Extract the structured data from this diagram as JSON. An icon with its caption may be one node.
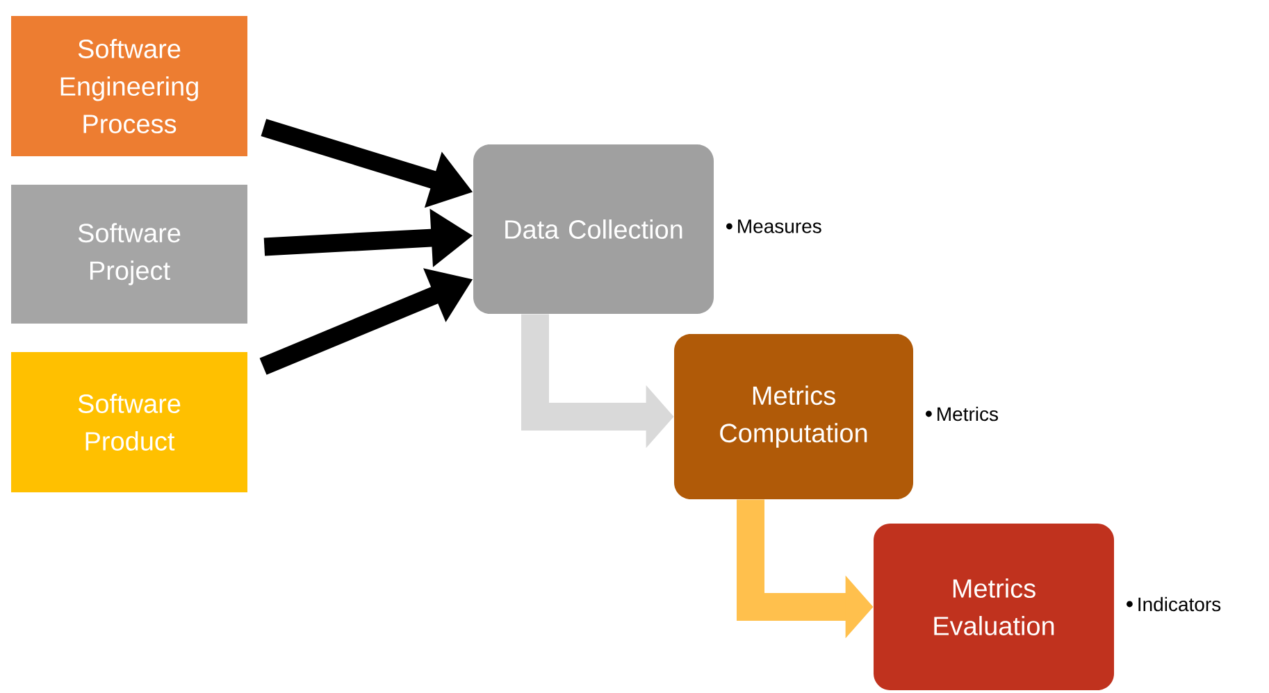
{
  "diagram": {
    "nodes": [
      {
        "text": [
          "Software Engineering Process"
        ]
      },
      {
        "text": [
          "Software Project"
        ]
      },
      {
        "text": [
          "Software Product"
        ]
      },
      {
        "text": [
          "Data Collection"
        ],
        "beside": [
          "Measures"
        ]
      },
      {
        "text": [
          "Metrics Computation"
        ],
        "beside": [
          "Metrics"
        ]
      },
      {
        "text": [
          "Metrics Evaluation"
        ],
        "beside": [
          "Indicators"
        ]
      }
    ],
    "edges": [
      {
        "from": 0,
        "to": 3,
        "arrow": "to"
      },
      {
        "from": 1,
        "to": 3,
        "arrow": "to"
      },
      {
        "from": 2,
        "to": 3,
        "arrow": "to"
      },
      {
        "from": 3,
        "to": 4,
        "arrow": "to",
        "color": "#d9d9d9"
      },
      {
        "from": 4,
        "to": 5,
        "arrow": "to",
        "color": "#ffc04d"
      }
    ]
  }
}
